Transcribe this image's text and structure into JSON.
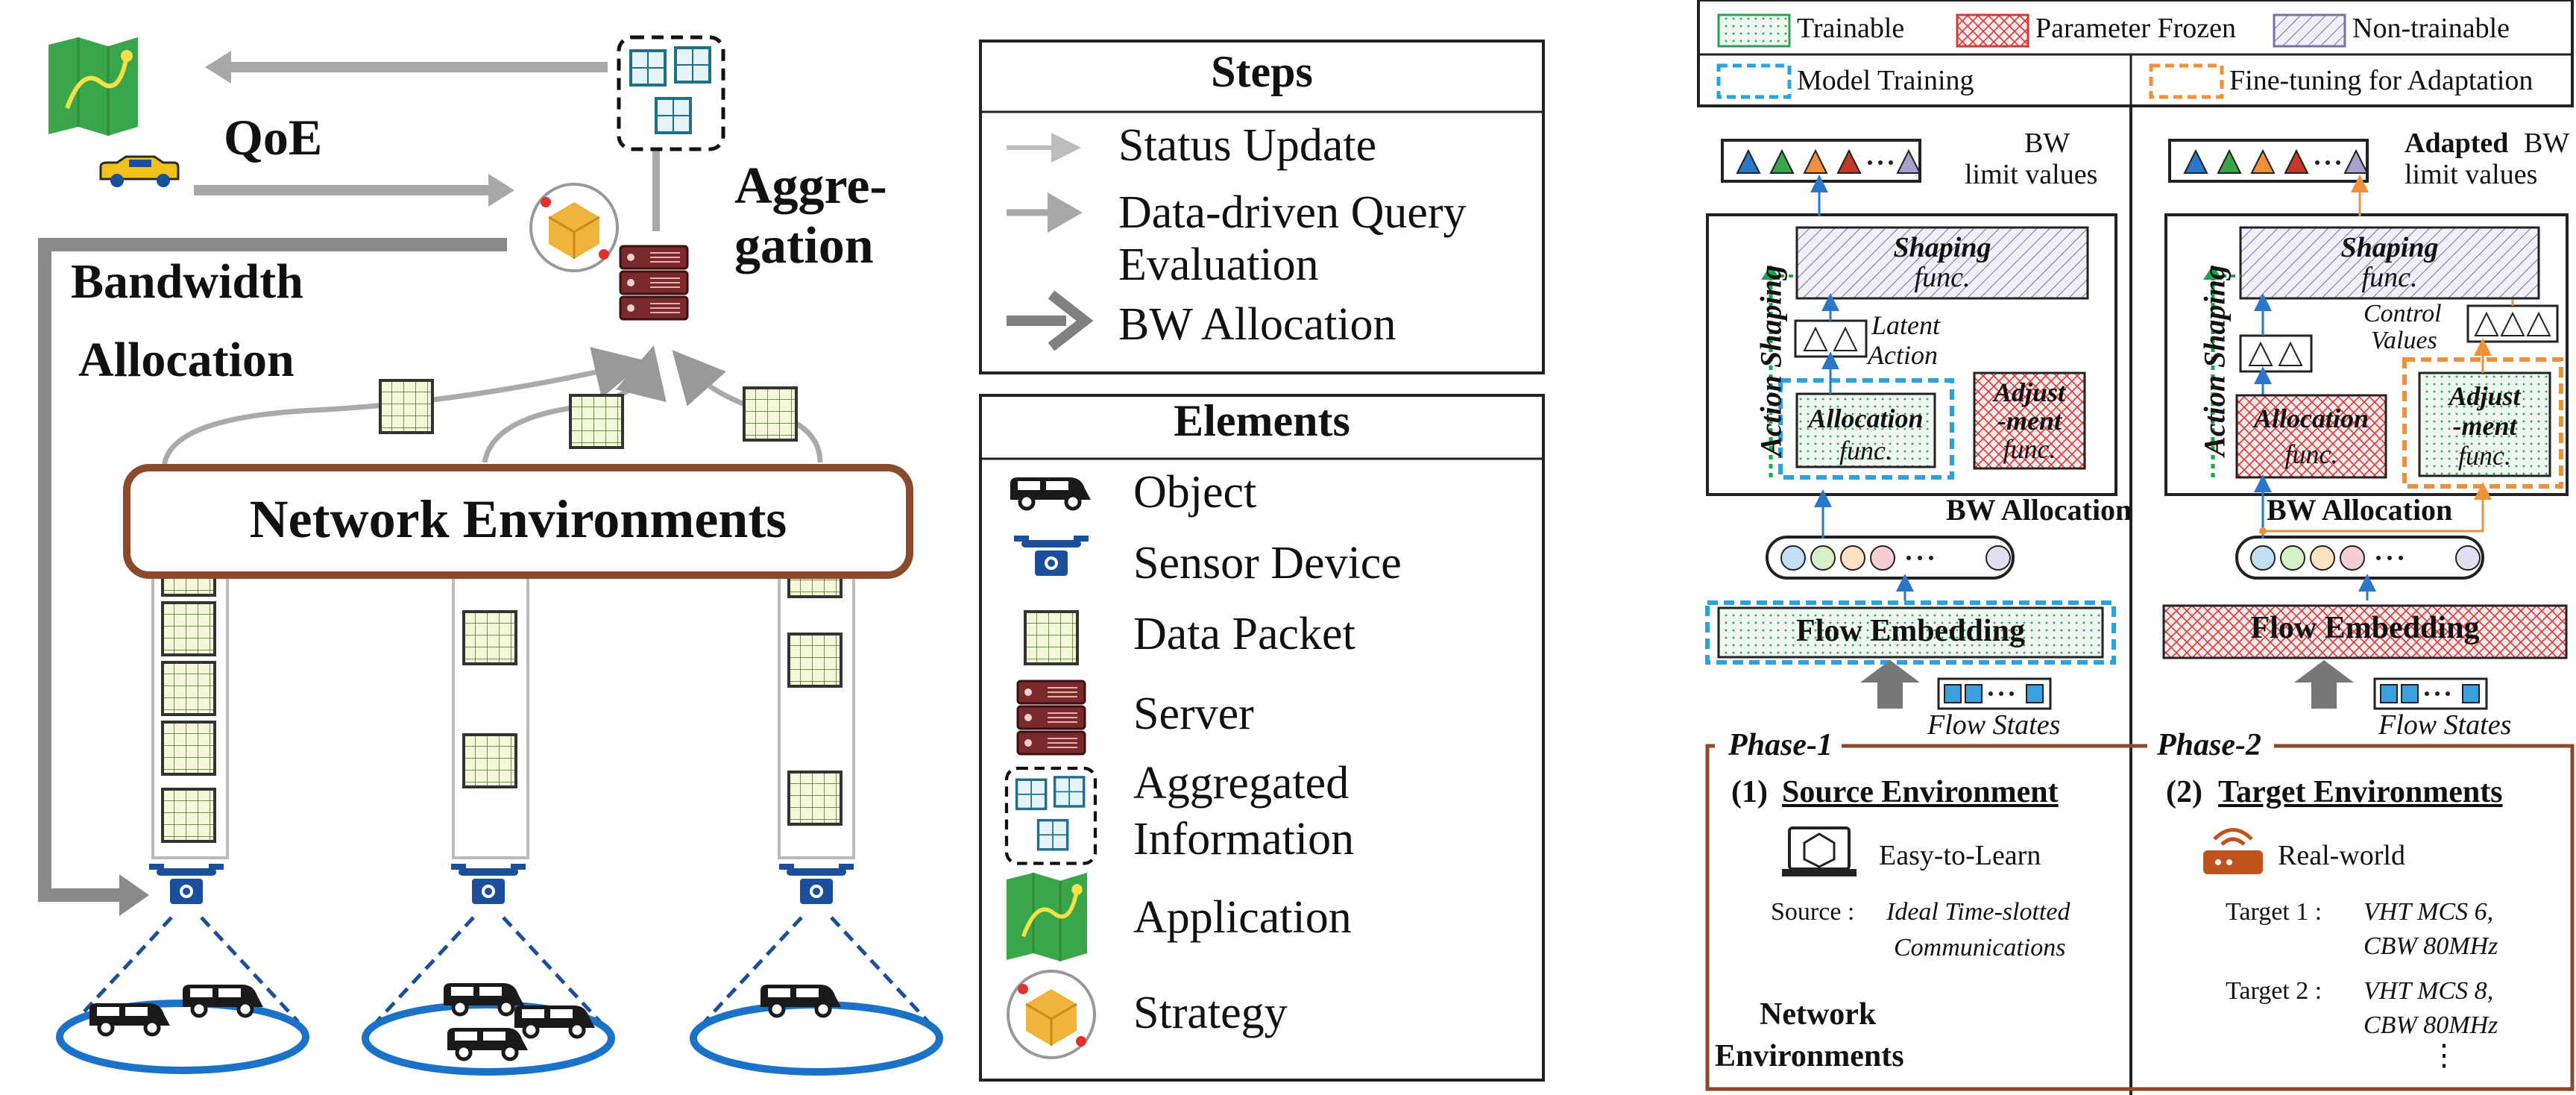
{
  "left": {
    "qoe_label": "QoE",
    "aggregation_label_1": "Aggre-",
    "aggregation_label_2": "gation",
    "bandwidth_label_1": "Bandwidth",
    "bandwidth_label_2": "Allocation",
    "network_env_label": "Network Environments"
  },
  "legend_steps": {
    "title": "Steps",
    "items": [
      "Status Update",
      "Data-driven Query",
      "Evaluation",
      "BW Allocation"
    ]
  },
  "legend_elements": {
    "title": "Elements",
    "items": [
      "Object",
      "Sensor Device",
      "Data Packet",
      "Server",
      "Aggregated",
      "Information",
      "Application",
      "Strategy"
    ]
  },
  "right_legend": {
    "trainable": "Trainable",
    "frozen": "Parameter Frozen",
    "nontrainable": "Non-trainable",
    "model_training": "Model Training",
    "finetune": "Fine-tuning for Adaptation"
  },
  "phase1": {
    "bw_limit_1": "BW",
    "bw_limit_2": "limit values",
    "action_shaping": "Action Shaping",
    "shaping_1": "Shaping",
    "shaping_2": "func.",
    "latent_1": "Latent",
    "latent_2": "Action",
    "allocation_1": "Allocation",
    "allocation_2": "func.",
    "adjust_1": "Adjust",
    "adjust_2": "-ment",
    "adjust_3": "func.",
    "bw_allocation": "BW Allocation",
    "flow_embedding": "Flow Embedding",
    "flow_states": "Flow States",
    "phase_label": "Phase-1",
    "env_title_num": "(1)",
    "env_title": "Source Environment",
    "env_type": "Easy-to-Learn",
    "source_label": "Source :",
    "source_val_1": "Ideal Time-slotted",
    "source_val_2": "Communications",
    "net_env_1": "Network",
    "net_env_2": "Environments"
  },
  "phase2": {
    "bw_limit_adapted": "Adapted",
    "bw_limit_1": "BW",
    "bw_limit_2": "limit values",
    "action_shaping": "Action Shaping",
    "shaping_1": "Shaping",
    "shaping_2": "func.",
    "control_1": "Control",
    "control_2": "Values",
    "allocation_1": "Allocation",
    "allocation_2": "func.",
    "adjust_1": "Adjust",
    "adjust_2": "-ment",
    "adjust_3": "func.",
    "bw_allocation": "BW Allocation",
    "flow_embedding": "Flow Embedding",
    "flow_states": "Flow States",
    "phase_label": "Phase-2",
    "env_title_num": "(2)",
    "env_title": "Target Environments",
    "env_type": "Real-world",
    "target1_label": "Target 1 :",
    "target1_val_1": "VHT MCS 6,",
    "target1_val_2": "CBW 80MHz",
    "target2_label": "Target 2 :",
    "target2_val_1": "VHT MCS 8,",
    "target2_val_2": "CBW 80MHz",
    "ellipsis": "⋮"
  },
  "colors": {
    "trainable": "#2e9e5a",
    "frozen": "#d43a3a",
    "nontrainable": "#7b6fa6",
    "blue_dash": "#29a3e0",
    "orange_dash": "#f0903a",
    "brown": "#8b4a2b",
    "navy": "#1b4f9c"
  }
}
